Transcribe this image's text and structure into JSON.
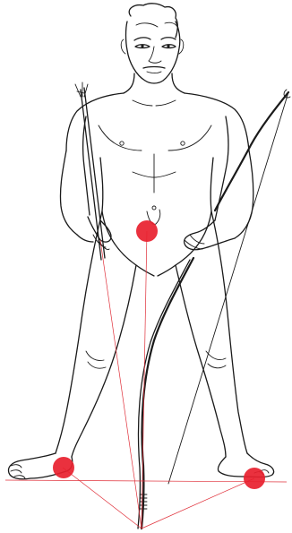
{
  "figure": {
    "subject": "archer-stance-balance-diagram",
    "colors": {
      "background": "#ffffff",
      "ink": "#1a1a1a",
      "marker": "#e8202e",
      "guide_line": "#e0303a"
    },
    "markers": [
      {
        "name": "center-of-mass-marker"
      },
      {
        "name": "left-foot-contact-marker"
      },
      {
        "name": "right-foot-contact-marker"
      }
    ]
  }
}
